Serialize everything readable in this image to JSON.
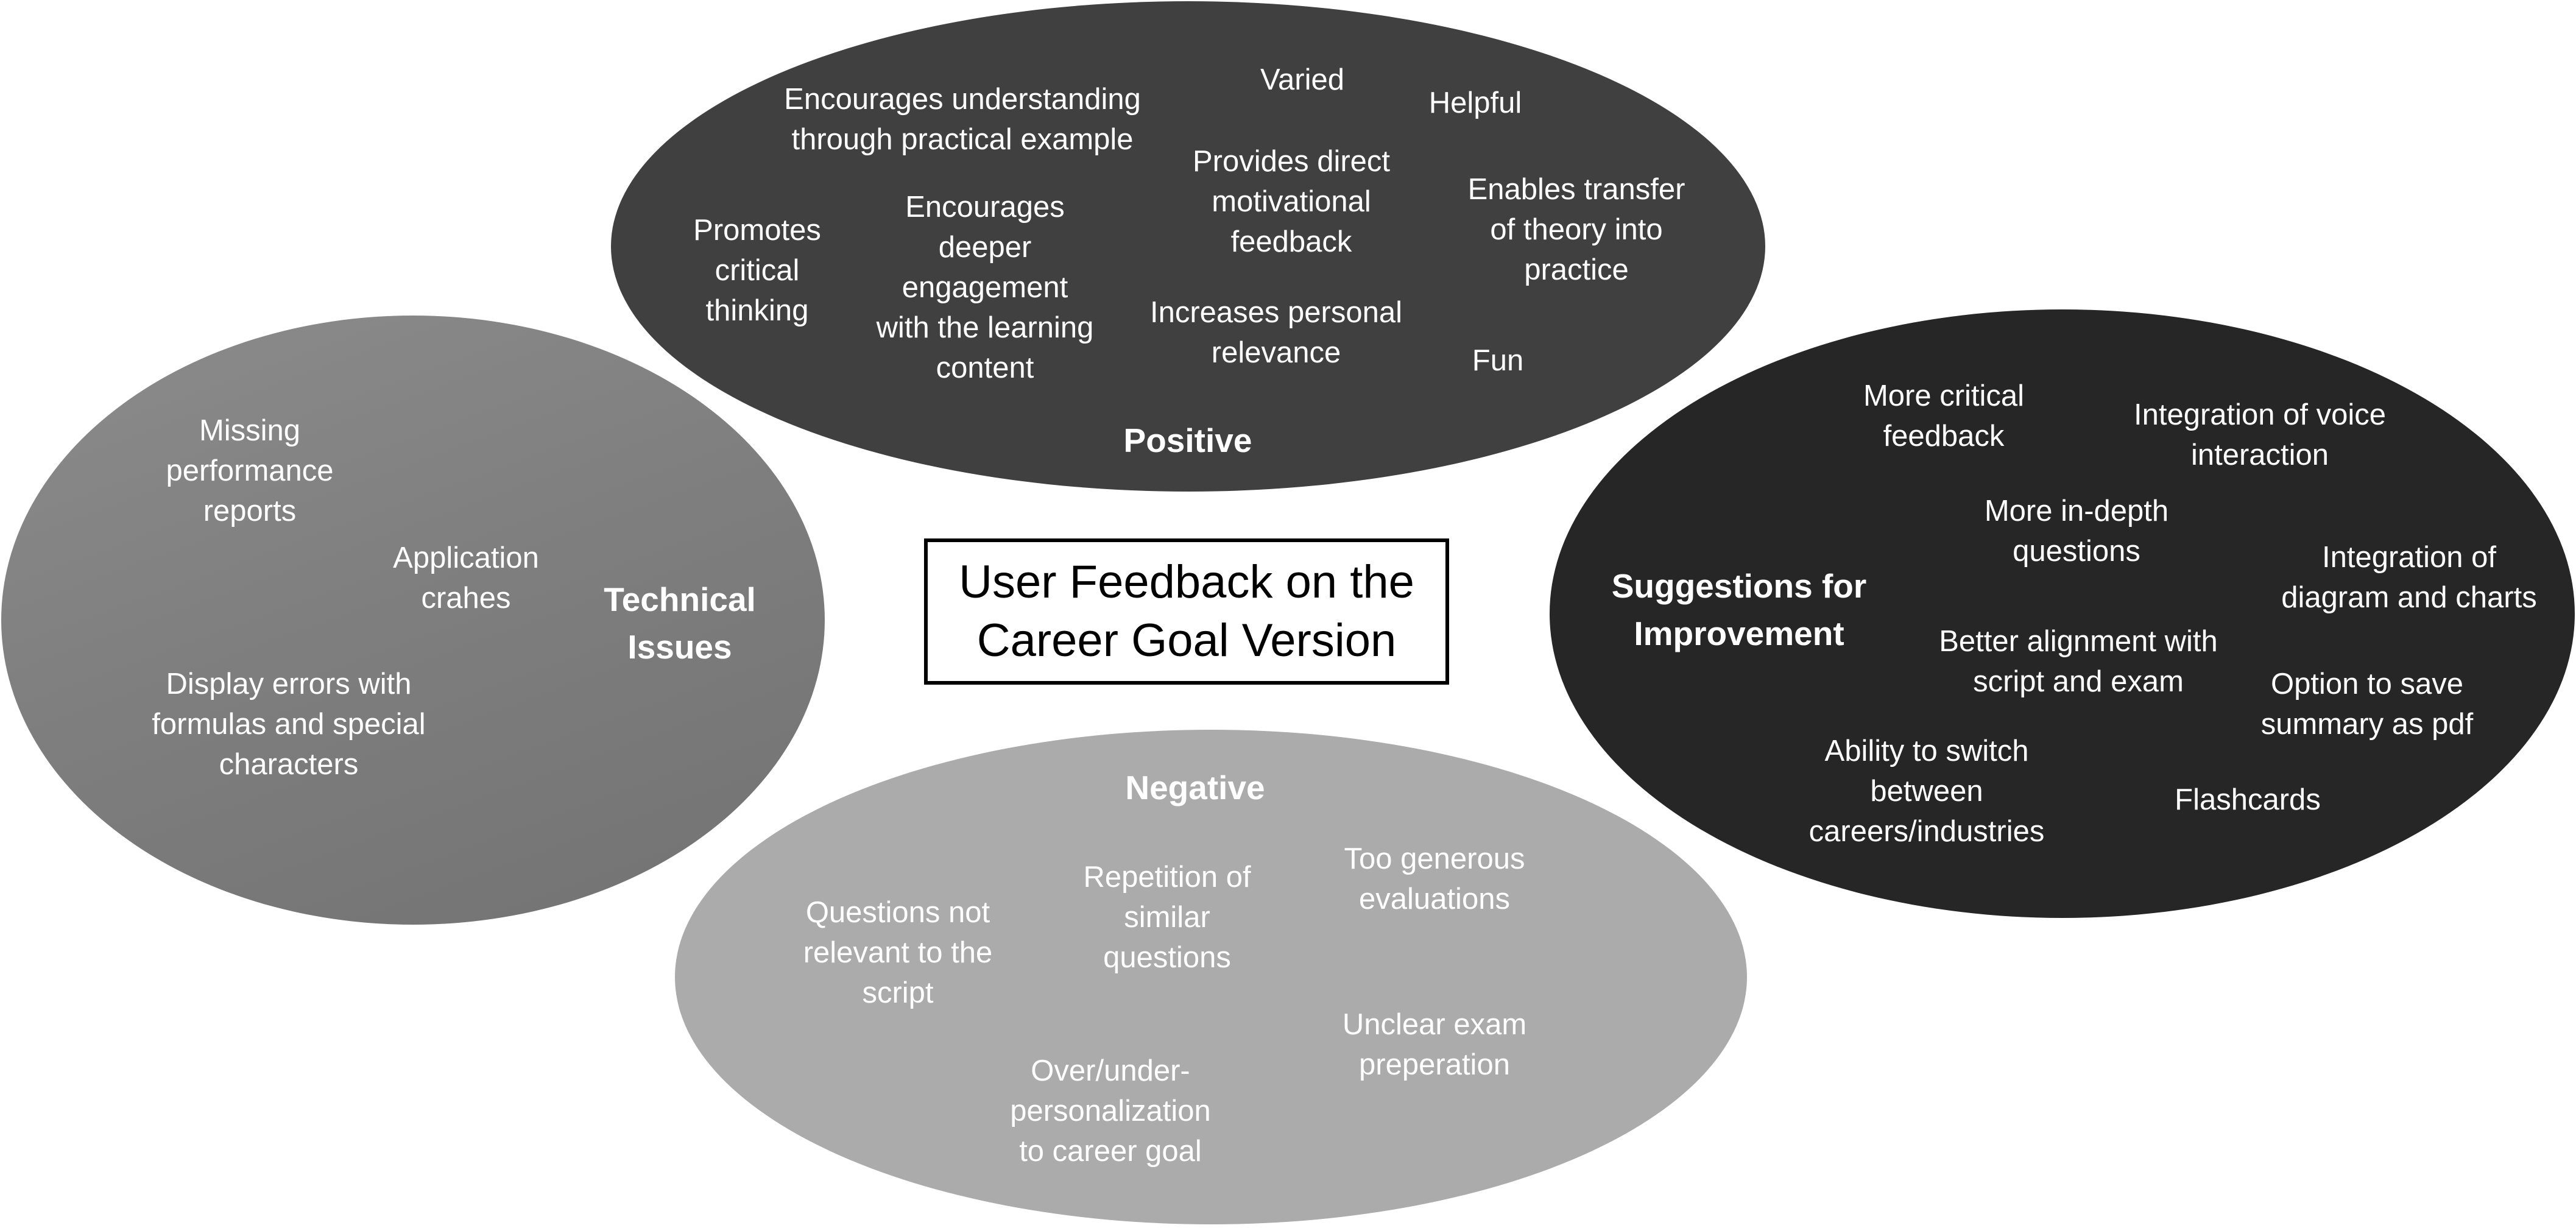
{
  "title": "User Feedback on the\nCareer Goal Version",
  "positive": {
    "heading": "Positive",
    "items": [
      "Encourages understanding\nthrough practical example",
      "Varied",
      "Helpful",
      "Provides direct\nmotivational\nfeedback",
      "Enables transfer\nof theory into\npractice",
      "Promotes\ncritical\nthinking",
      "Encourages\ndeeper\nengagement\nwith the learning\ncontent",
      "Increases personal\nrelevance",
      "Fun"
    ]
  },
  "technical": {
    "heading": "Technical\nIssues",
    "items": [
      "Missing\nperformance\nreports",
      "Application\ncrahes",
      "Display errors with\nformulas and special\ncharacters"
    ]
  },
  "suggestions": {
    "heading": "Suggestions for\nImprovement",
    "items": [
      "More critical\nfeedback",
      "Integration of voice\ninteraction",
      "More in-depth\nquestions",
      "Integration of\ndiagram and charts",
      "Better alignment with\nscript and exam",
      "Option to save\nsummary as pdf",
      "Ability to switch\nbetween\ncareers/industries",
      "Flashcards"
    ]
  },
  "negative": {
    "heading": "Negative",
    "items": [
      "Repetition of\nsimilar\nquestions",
      "Too generous\nevaluations",
      "Questions not\nrelevant to the\nscript",
      "Unclear exam\npreperation",
      "Over/under-\npersonalization\nto career goal"
    ]
  }
}
